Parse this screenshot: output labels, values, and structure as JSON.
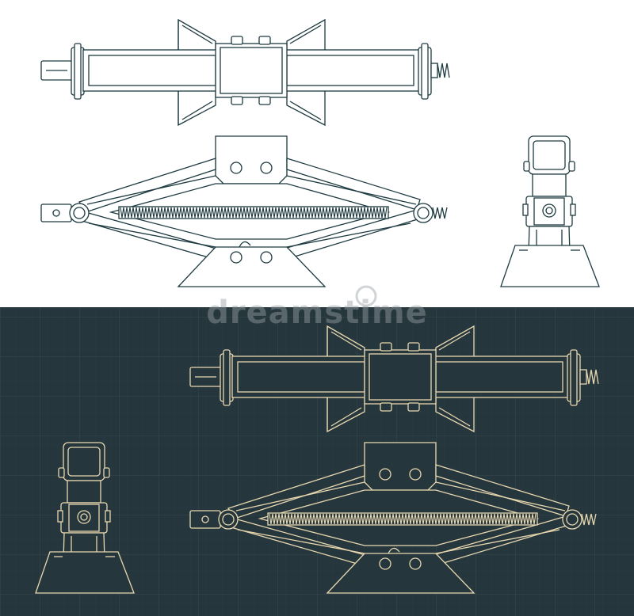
{
  "colors": {
    "light_bg": "#ffffff",
    "light_line": "#1d3a40",
    "dark_bg": "#26363d",
    "dark_grid": "#35474e",
    "dark_line": "#e8d8b0"
  },
  "watermark": {
    "text": "dreamstime"
  },
  "panels": [
    {
      "name": "light-blueprint-panel",
      "views": [
        "top-view",
        "side-view",
        "front-view"
      ]
    },
    {
      "name": "dark-blueprint-panel",
      "views": [
        "top-view",
        "side-view",
        "front-view"
      ]
    }
  ]
}
